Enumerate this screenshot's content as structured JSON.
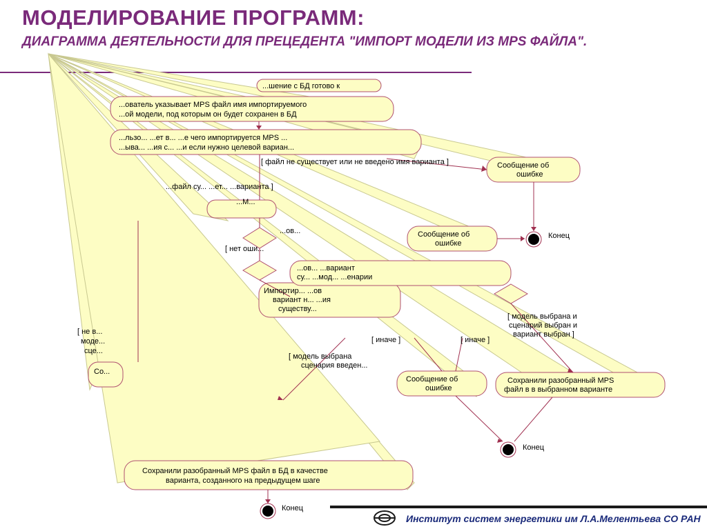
{
  "header": {
    "title": "МОДЕЛИРОВАНИЕ ПРОГРАММ:",
    "subtitle": "ДИАГРАММА ДЕЯТЕЛЬНОСТИ ДЛЯ ПРЕЦЕДЕНТА \"ИМПОРТ МОДЕЛИ ИЗ MPS ФАЙЛА\"."
  },
  "nodes": {
    "start_text": "...шение с БД готово к",
    "user_specifies_1": "...ователь указывает MPS файл имя импортируемого",
    "user_specifies_2": "...ой модели, под которым он будет сохранен в БД",
    "import_1": "...льзо... ...ет в... ...е чего импортируется MPS ...",
    "import_2": "...ыва... ...ия с... ...и если нужно целевой вариан...",
    "error_1a": "Сообщение об",
    "error_1b": "ошибке",
    "error_2a": "Сообщение об",
    "error_2b": "ошибке",
    "error_3a": "Сообщение об",
    "error_3b": "ошибке",
    "import_variant_1": "Импортир... ...ов",
    "import_variant_2": "вариант н... ...ия",
    "import_variant_3": "существу...",
    "select_1": "...ов... ...вариант",
    "select_2": "су... ...мод... ...енарии",
    "save_selected_1": "Сохранили разобранный MPS",
    "save_selected_2": "файл в в выбранном варианте",
    "save_db_1": "Сохранили разобранный MPS файл в БД в качестве",
    "save_db_2": "варианта, созданного на предыдущем шаге",
    "left_stub": "Со...",
    "mid_stub": "...М...",
    "mid_stub2": "...ов..."
  },
  "guards": {
    "file_missing": "[ файл не существует или не введено имя варианта ]",
    "file_exists": "...файл су... ...ет... ...варианта ]",
    "no_error": "[ нет оши...",
    "not_selected_1": "[ не в...",
    "not_selected_2": "моде...",
    "not_selected_3": "сце...",
    "model_and_scenario_1": "[ модель выбрана и",
    "model_and_scenario_2": "сценарий выбран и",
    "model_and_scenario_3": "вариант выбран ]",
    "else_1": "[ иначе ]",
    "else_2": "[ иначе ]",
    "model_selected_1": "[ модель выбрана",
    "model_selected_2": "сценария введен..."
  },
  "ends": {
    "end1": "Конец",
    "end2": "Конец",
    "end3": "Конец"
  },
  "footer": {
    "institute": "Институт систем энергетики им Л.А.Мелентьева СО РАН"
  },
  "colors": {
    "title": "#7a2a7a",
    "callout_fill": "#fdfdc4",
    "callout_stroke": "#c8c890",
    "node_stroke": "#b05070",
    "footer_text": "#1a2a7a"
  }
}
